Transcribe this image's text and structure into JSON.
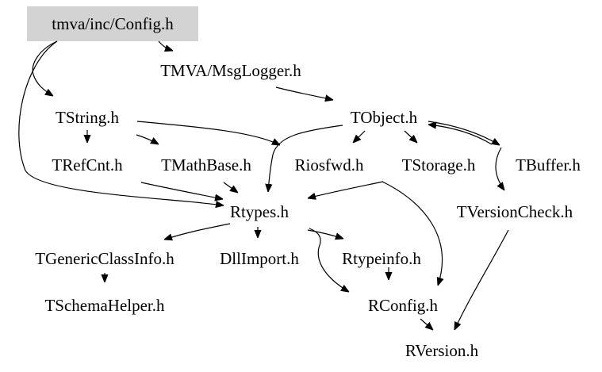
{
  "graph": {
    "root_fill": "#d3d3d3",
    "edge_color": "#000000",
    "nodes": {
      "config": "tmva/inc/Config.h",
      "msglogger": "TMVA/MsgLogger.h",
      "tstring": "TString.h",
      "tobject": "TObject.h",
      "trefcnt": "TRefCnt.h",
      "tmathbase": "TMathBase.h",
      "riosfwd": "Riosfwd.h",
      "tstorage": "TStorage.h",
      "tbuffer": "TBuffer.h",
      "rtypes": "Rtypes.h",
      "tversioncheck": "TVersionCheck.h",
      "tgenericclassinfo": "TGenericClassInfo.h",
      "dllimport": "DllImport.h",
      "rtypeinfo": "Rtypeinfo.h",
      "tschemahelper": "TSchemaHelper.h",
      "rconfig": "RConfig.h",
      "rversion": "RVersion.h"
    }
  }
}
